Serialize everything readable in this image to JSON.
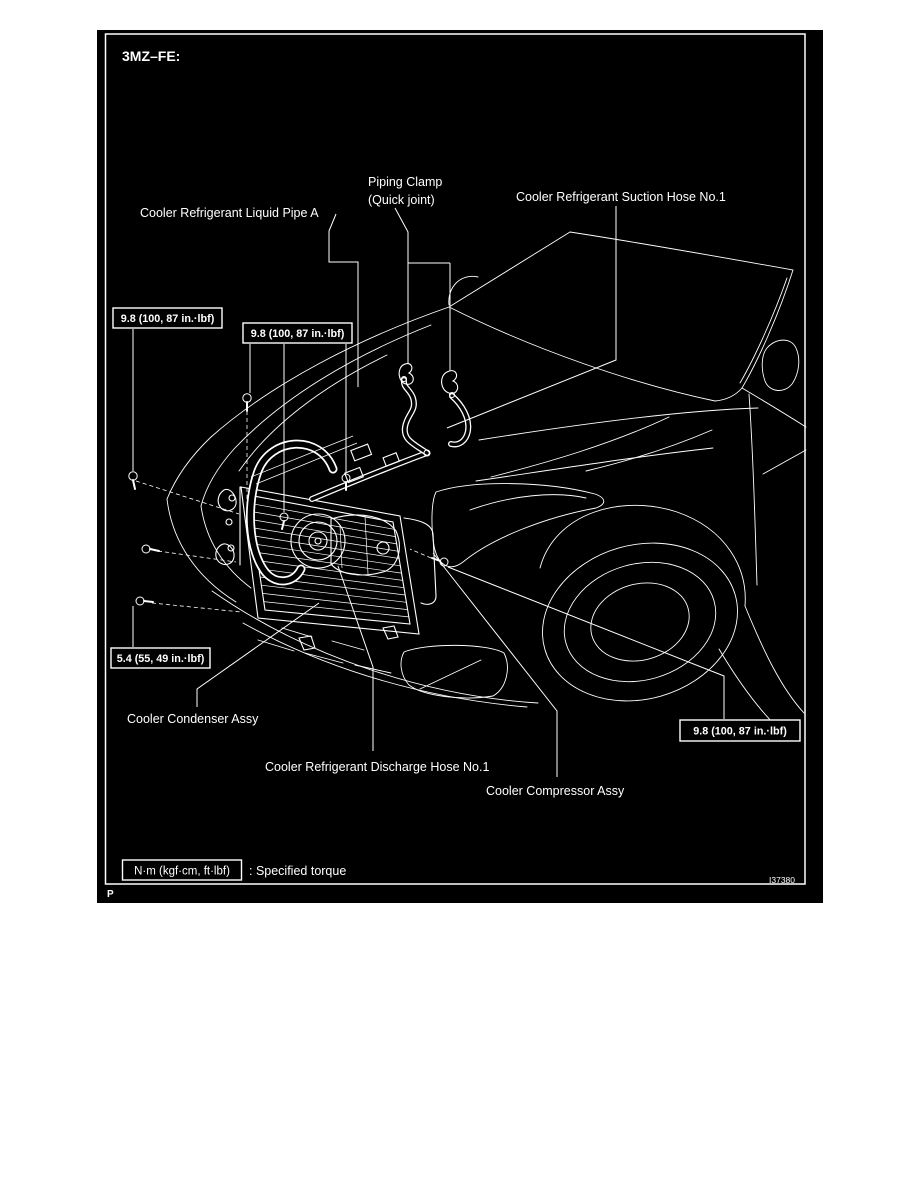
{
  "figure": {
    "title": "3MZ–FE:",
    "drawing_number": "I37380",
    "page_marker": "P"
  },
  "legend": {
    "torque_box": "N·m (kgf·cm, ft·lbf)",
    "torque_note": ": Specified torque"
  },
  "part_labels": {
    "liquid_pipe": "Cooler Refrigerant Liquid Pipe A",
    "piping_clamp_line1": "Piping Clamp",
    "piping_clamp_line2": "(Quick joint)",
    "suction_hose": "Cooler Refrigerant Suction Hose No.1",
    "condenser": "Cooler Condenser Assy",
    "discharge_hose": "Cooler Refrigerant Discharge Hose No.1",
    "compressor": "Cooler Compressor Assy"
  },
  "torque_values": {
    "bolt_top_left": "9.8 (100, 87 in.·lbf)",
    "bolt_top_center": "9.8 (100, 87 in.·lbf)",
    "bolt_lower_left": "5.4 (55, 49 in.·lbf)",
    "bolt_right": "9.8 (100, 87 in.·lbf)"
  },
  "colors": {
    "panel_background": "#000000",
    "line_art": "#ffffff",
    "page_background": "#ffffff",
    "drawing_number_color": "#c8c8c8"
  }
}
